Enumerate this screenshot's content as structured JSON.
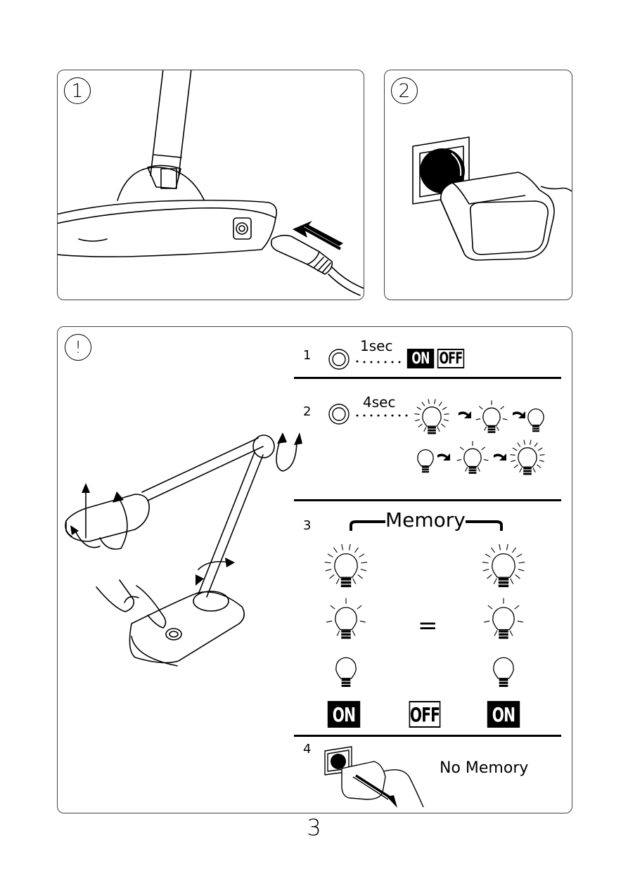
{
  "panels": {
    "p1": {
      "number": "1"
    },
    "p2": {
      "number": "2"
    },
    "p3": {
      "number": "!"
    }
  },
  "steps": {
    "s1": {
      "number": "1",
      "duration": "1sec",
      "on": "ON",
      "off": "OFF"
    },
    "s2": {
      "number": "2",
      "duration": "4sec"
    },
    "s3": {
      "number": "3",
      "memory_label": "Memory",
      "equals": "=",
      "on_left": "ON",
      "off_mid": "OFF",
      "on_right": "ON"
    },
    "s4": {
      "number": "4",
      "no_memory": "No Memory"
    }
  },
  "page_number": "3"
}
